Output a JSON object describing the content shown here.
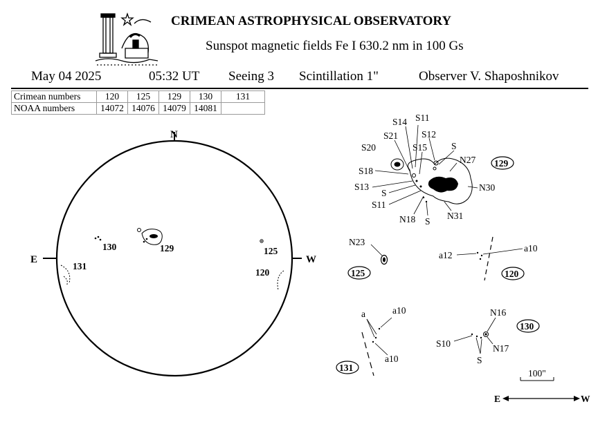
{
  "header": {
    "title": "CRIMEAN ASTROPHYSICAL OBSERVATORY",
    "subtitle": "Sunspot  magnetic  fields  Fe I 630.2 nm in 100 Gs"
  },
  "observation": {
    "date": "May  04  2025",
    "time": "05:32 UT",
    "seeing": "Seeing  3",
    "scintillation": "Scintillation   1\"",
    "observer": "Observer  V. Shaposhnikov"
  },
  "numbers_table": {
    "crimean_label": "Crimean numbers",
    "noaa_label": "NOAA numbers",
    "crimean": [
      "120",
      "125",
      "129",
      "130",
      "131"
    ],
    "noaa": [
      "14072",
      "14076",
      "14079",
      "14081",
      ""
    ]
  },
  "disk": {
    "north": "N",
    "east": "E",
    "west": "W",
    "regions": [
      "130",
      "129",
      "125",
      "131",
      "120"
    ]
  },
  "panels": {
    "p129": {
      "id": "129",
      "labels": [
        "S11",
        "S14",
        "S12",
        "S21",
        "S15",
        "S",
        "S20",
        "N27",
        "S18",
        "S13",
        "S",
        "N30",
        "S11",
        "N18",
        "S",
        "N31"
      ]
    },
    "p125": {
      "id": "125",
      "labels": [
        "N23"
      ]
    },
    "p120": {
      "id": "120",
      "labels": [
        "a12",
        "a10"
      ]
    },
    "p131": {
      "id": "131",
      "labels": [
        "a",
        "a10",
        "a10"
      ]
    },
    "p130": {
      "id": "130",
      "labels": [
        "N16",
        "S10",
        "N17",
        "S"
      ]
    }
  },
  "scale": {
    "label": "100\""
  },
  "direction": {
    "east": "E",
    "west": "W"
  }
}
